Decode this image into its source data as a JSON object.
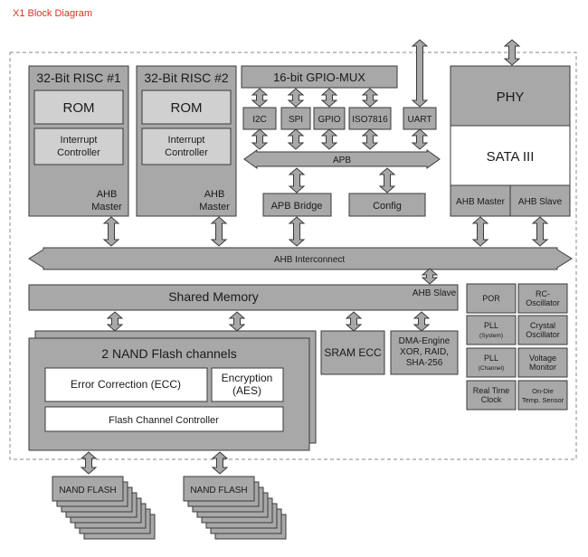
{
  "title": "X1 Block Diagram",
  "colors": {
    "block_fill": "#a8a8a8",
    "inner_fill": "#d0d0d0",
    "white_fill": "#ffffff",
    "stroke": "#3a3a3a",
    "title": "#e0301e"
  },
  "risc1": {
    "title": "32-Bit RISC #1",
    "rom": "ROM",
    "interrupt": [
      "Interrupt",
      "Controller"
    ],
    "ahb": [
      "AHB",
      "Master"
    ]
  },
  "risc2": {
    "title": "32-Bit RISC #2",
    "rom": "ROM",
    "interrupt": [
      "Interrupt",
      "Controller"
    ],
    "ahb": [
      "AHB",
      "Master"
    ]
  },
  "gpio_mux": "16-bit GPIO-MUX",
  "peripherals": [
    "I2C",
    "SPI",
    "GPIO",
    "ISO7816",
    "UART"
  ],
  "apb": "APB",
  "apb_bridge": "APB Bridge",
  "config": "Config",
  "sata": {
    "phy": "PHY",
    "sata": "SATA III",
    "ahb_master": "AHB Master",
    "ahb_slave": "AHB Slave"
  },
  "ahb_interconnect": "AHB Interconnect",
  "shared_memory": {
    "label": "Shared Memory",
    "ahb_slave": "AHB Slave"
  },
  "nand": {
    "title": "2 NAND Flash channels",
    "ecc": "Error Correction (ECC)",
    "encryption": [
      "Encryption",
      "(AES)"
    ],
    "controller": "Flash Channel Controller"
  },
  "sram_ecc": "SRAM ECC",
  "dma": [
    "DMA-Engine",
    "XOR, RAID,",
    "SHA-256"
  ],
  "misc": [
    {
      "lines": [
        "POR"
      ],
      "sub": ""
    },
    {
      "lines": [
        "RC-",
        "Oscillator"
      ],
      "sub": ""
    },
    {
      "lines": [
        "PLL"
      ],
      "sub": "(System)"
    },
    {
      "lines": [
        "Crystal",
        "Oscillator"
      ],
      "sub": ""
    },
    {
      "lines": [
        "PLL"
      ],
      "sub": "(Channel)"
    },
    {
      "lines": [
        "Voltage",
        "Monitor"
      ],
      "sub": ""
    },
    {
      "lines": [
        "Real Time",
        "Clock"
      ],
      "sub": ""
    },
    {
      "lines": [
        "On-Die",
        "Temp. Sensor"
      ],
      "sub": ""
    }
  ],
  "nand_flash": [
    "NAND FLASH",
    "NAND FLASH"
  ]
}
